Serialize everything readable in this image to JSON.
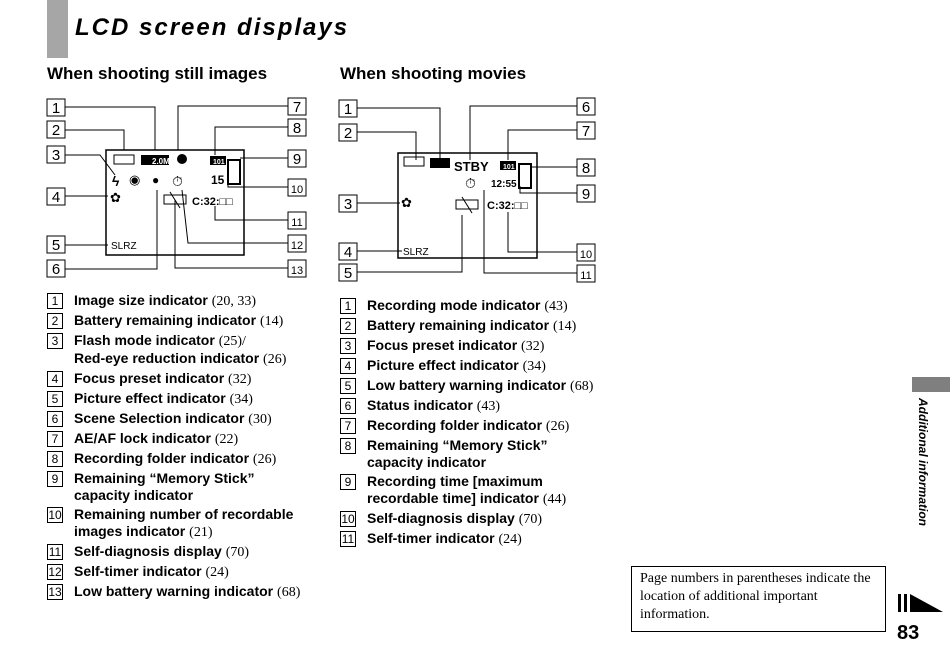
{
  "page": {
    "title": "LCD screen displays",
    "side_label": "Additional information",
    "page_number": "83",
    "note": "Page numbers in parentheses indicate the location of additional important information."
  },
  "still": {
    "heading": "When shooting still images",
    "screen": {
      "resolution": "2.0M",
      "folder": "101",
      "remaining_images": "15",
      "self_diag": "C:32:□□",
      "scene": "SLRZ"
    },
    "items": [
      {
        "n": "1",
        "label": "Image size indicator",
        "page": "(20, 33)"
      },
      {
        "n": "2",
        "label": "Battery remaining indicator",
        "page": "(14)"
      },
      {
        "n": "3",
        "label": "Flash mode indicator",
        "page": "(25)/",
        "label2": "Red-eye reduction indicator",
        "page2": "(26)"
      },
      {
        "n": "4",
        "label": "Focus preset indicator",
        "page": "(32)"
      },
      {
        "n": "5",
        "label": "Picture effect indicator",
        "page": "(34)"
      },
      {
        "n": "6",
        "label": "Scene Selection indicator",
        "page": "(30)"
      },
      {
        "n": "7",
        "label": "AE/AF lock indicator",
        "page": "(22)"
      },
      {
        "n": "8",
        "label": "Recording folder indicator",
        "page": "(26)"
      },
      {
        "n": "9",
        "label": "Remaining “Memory Stick” capacity indicator",
        "page": ""
      },
      {
        "n": "10",
        "label": "Remaining number of recordable images indicator",
        "page": "(21)"
      },
      {
        "n": "11",
        "label": "Self-diagnosis display",
        "page": "(70)"
      },
      {
        "n": "12",
        "label": "Self-timer indicator",
        "page": "(24)"
      },
      {
        "n": "13",
        "label": "Low battery warning indicator",
        "page": "(68)"
      }
    ]
  },
  "movie": {
    "heading": "When shooting movies",
    "screen": {
      "status": "STBY",
      "folder": "101",
      "rec_time": "12:55",
      "self_diag": "C:32:□□",
      "scene": "SLRZ"
    },
    "items": [
      {
        "n": "1",
        "label": "Recording mode indicator",
        "page": "(43)"
      },
      {
        "n": "2",
        "label": "Battery remaining indicator",
        "page": "(14)"
      },
      {
        "n": "3",
        "label": "Focus preset indicator",
        "page": "(32)"
      },
      {
        "n": "4",
        "label": "Picture effect indicator",
        "page": "(34)"
      },
      {
        "n": "5",
        "label": "Low battery warning indicator",
        "page": "(68)"
      },
      {
        "n": "6",
        "label": "Status indicator",
        "page": "(43)"
      },
      {
        "n": "7",
        "label": "Recording folder indicator",
        "page": "(26)"
      },
      {
        "n": "8",
        "label": "Remaining “Memory Stick” capacity indicator",
        "page": ""
      },
      {
        "n": "9",
        "label": "Recording time [maximum recordable time] indicator",
        "page": "(44)"
      },
      {
        "n": "10",
        "label": "Self-diagnosis display",
        "page": "(70)"
      },
      {
        "n": "11",
        "label": "Self-timer indicator",
        "page": "(24)"
      }
    ]
  }
}
